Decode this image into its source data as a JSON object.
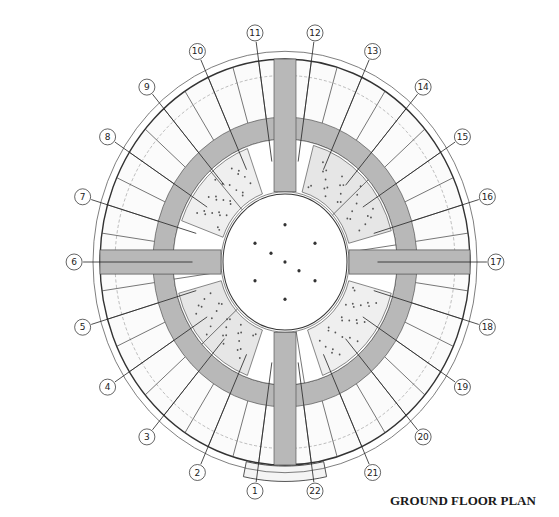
{
  "diagram": {
    "title": "GROUND FLOOR PLAN",
    "labels": [
      "1",
      "2",
      "3",
      "4",
      "5",
      "6",
      "7",
      "8",
      "9",
      "10",
      "11",
      "12",
      "13",
      "14",
      "15",
      "16",
      "17",
      "18",
      "19",
      "20",
      "21",
      "22"
    ]
  }
}
